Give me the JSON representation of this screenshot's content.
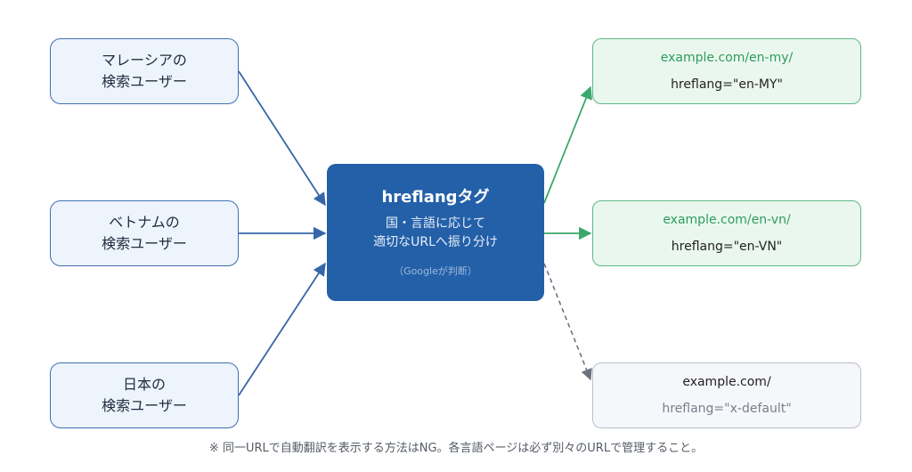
{
  "sources": [
    {
      "line1": "マレーシアの",
      "line2": "検索ユーザー"
    },
    {
      "line1": "ベトナムの",
      "line2": "検索ユーザー"
    },
    {
      "line1": "日本の",
      "line2": "検索ユーザー"
    }
  ],
  "center": {
    "title": "hreflangタグ",
    "line1": "国・言語に応じて",
    "line2": "適切なURLへ振り分け",
    "note": "（Googleが判断）"
  },
  "destinations": [
    {
      "url": "example.com/en-my/",
      "tag": "hreflang=\"en-MY\""
    },
    {
      "url": "example.com/en-vn/",
      "tag": "hreflang=\"en-VN\""
    },
    {
      "url": "example.com/",
      "tag": "hreflang=\"x-default\""
    }
  ],
  "footnote": "※ 同一URLで自動翻訳を表示する方法はNG。各言語ページは必ず別々のURLで管理すること。",
  "colors": {
    "center_fill": "#2360a8",
    "source_border": "#3f6fb0",
    "green_border": "#5cb886",
    "green_text": "#2e9c5e",
    "gray_border": "#b8bfcc",
    "arrow_blue": "#3566a8",
    "arrow_green": "#3aa86b",
    "arrow_dashed": "#6b7280"
  }
}
